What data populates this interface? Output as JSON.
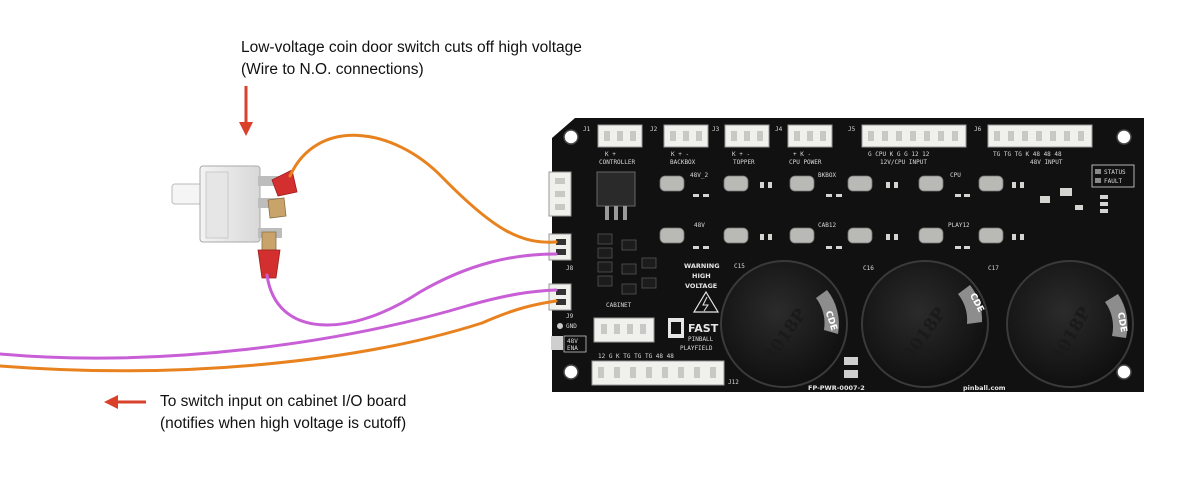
{
  "callouts": {
    "top_line1": "Low-voltage coin door switch cuts off high voltage",
    "top_line2": "(Wire to N.O. connections)",
    "bottom_line1": "To switch input on cabinet I/O board",
    "bottom_line2": "(notifies when high voltage is cutoff)"
  },
  "colors": {
    "arrow": "#d9412b",
    "wire_orange": "#e8821e",
    "wire_purple": "#c85fd6",
    "board": "#111111",
    "connector": "#f0f0ec"
  },
  "board": {
    "connectors_top": [
      {
        "id": "J1",
        "pins": "K +",
        "name": "CONTROLLER"
      },
      {
        "id": "J2",
        "pins": "K + -",
        "name": "BACKBOX"
      },
      {
        "id": "J3",
        "pins": "K + -",
        "name": "TOPPER"
      },
      {
        "id": "J4",
        "pins": "+ K -",
        "name": "CPU POWER"
      },
      {
        "id": "J5",
        "pins": "G CPU K G G 12 12",
        "name": "12V/CPU INPUT"
      },
      {
        "id": "J6",
        "pins": "TG TG TG K 48 48 48",
        "name": "48V INPUT"
      }
    ],
    "status_labels": [
      "STATUS",
      "FAULT"
    ],
    "section_labels": [
      "48V_2",
      "BKBOX",
      "CPU",
      "48V",
      "CAB12",
      "PLAY12"
    ],
    "warning": [
      "WARNING",
      "HIGH",
      "VOLTAGE"
    ],
    "left_labels": [
      "J8",
      "J9",
      "GND",
      "48V",
      "ENA",
      "CABINET",
      "PLAYFIELD"
    ],
    "bottom_pins": "12 G K TG TG TG 48 48",
    "bottom_connector": "J12",
    "cap_ids": [
      "C15",
      "C16",
      "C17"
    ],
    "cap_text": "3018P",
    "cap_band": "CDE",
    "part_number": "FP-PWR-0007-2",
    "website": "pinball.com",
    "logo": "FAST",
    "logo_sub": "PINBALL"
  }
}
